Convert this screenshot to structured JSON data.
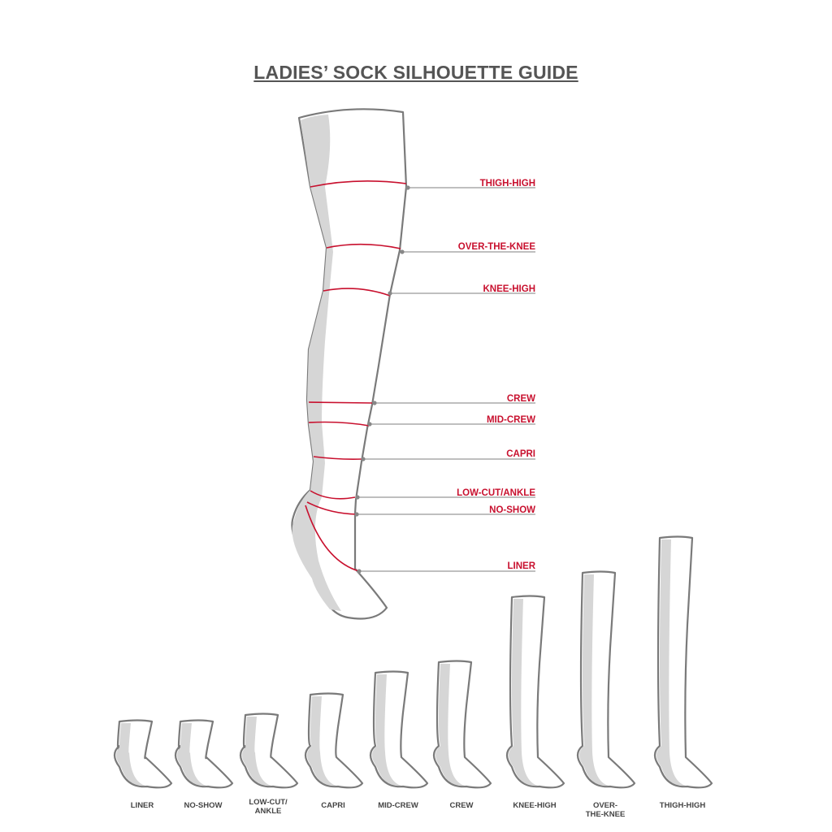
{
  "title": "LADIES’ SOCK SILHOUETTE GUIDE",
  "colors": {
    "accent": "#c8102e",
    "outline": "#7a7a7a",
    "shade": "#d6d6d6"
  },
  "main_leg_labels": [
    "THIGH-HIGH",
    "OVER-THE-KNEE",
    "KNEE-HIGH",
    "CREW",
    "MID-CREW",
    "CAPRI",
    "LOW-CUT/ANKLE",
    "NO-SHOW",
    "LINER"
  ],
  "sock_captions": [
    [
      "LINER"
    ],
    [
      "NO-SHOW"
    ],
    [
      "LOW-CUT/",
      "ANKLE"
    ],
    [
      "CAPRI"
    ],
    [
      "MID-CREW"
    ],
    [
      "CREW"
    ],
    [
      "KNEE-HIGH"
    ],
    [
      "OVER-",
      "THE-KNEE"
    ],
    [
      "THIGH-HIGH"
    ]
  ]
}
